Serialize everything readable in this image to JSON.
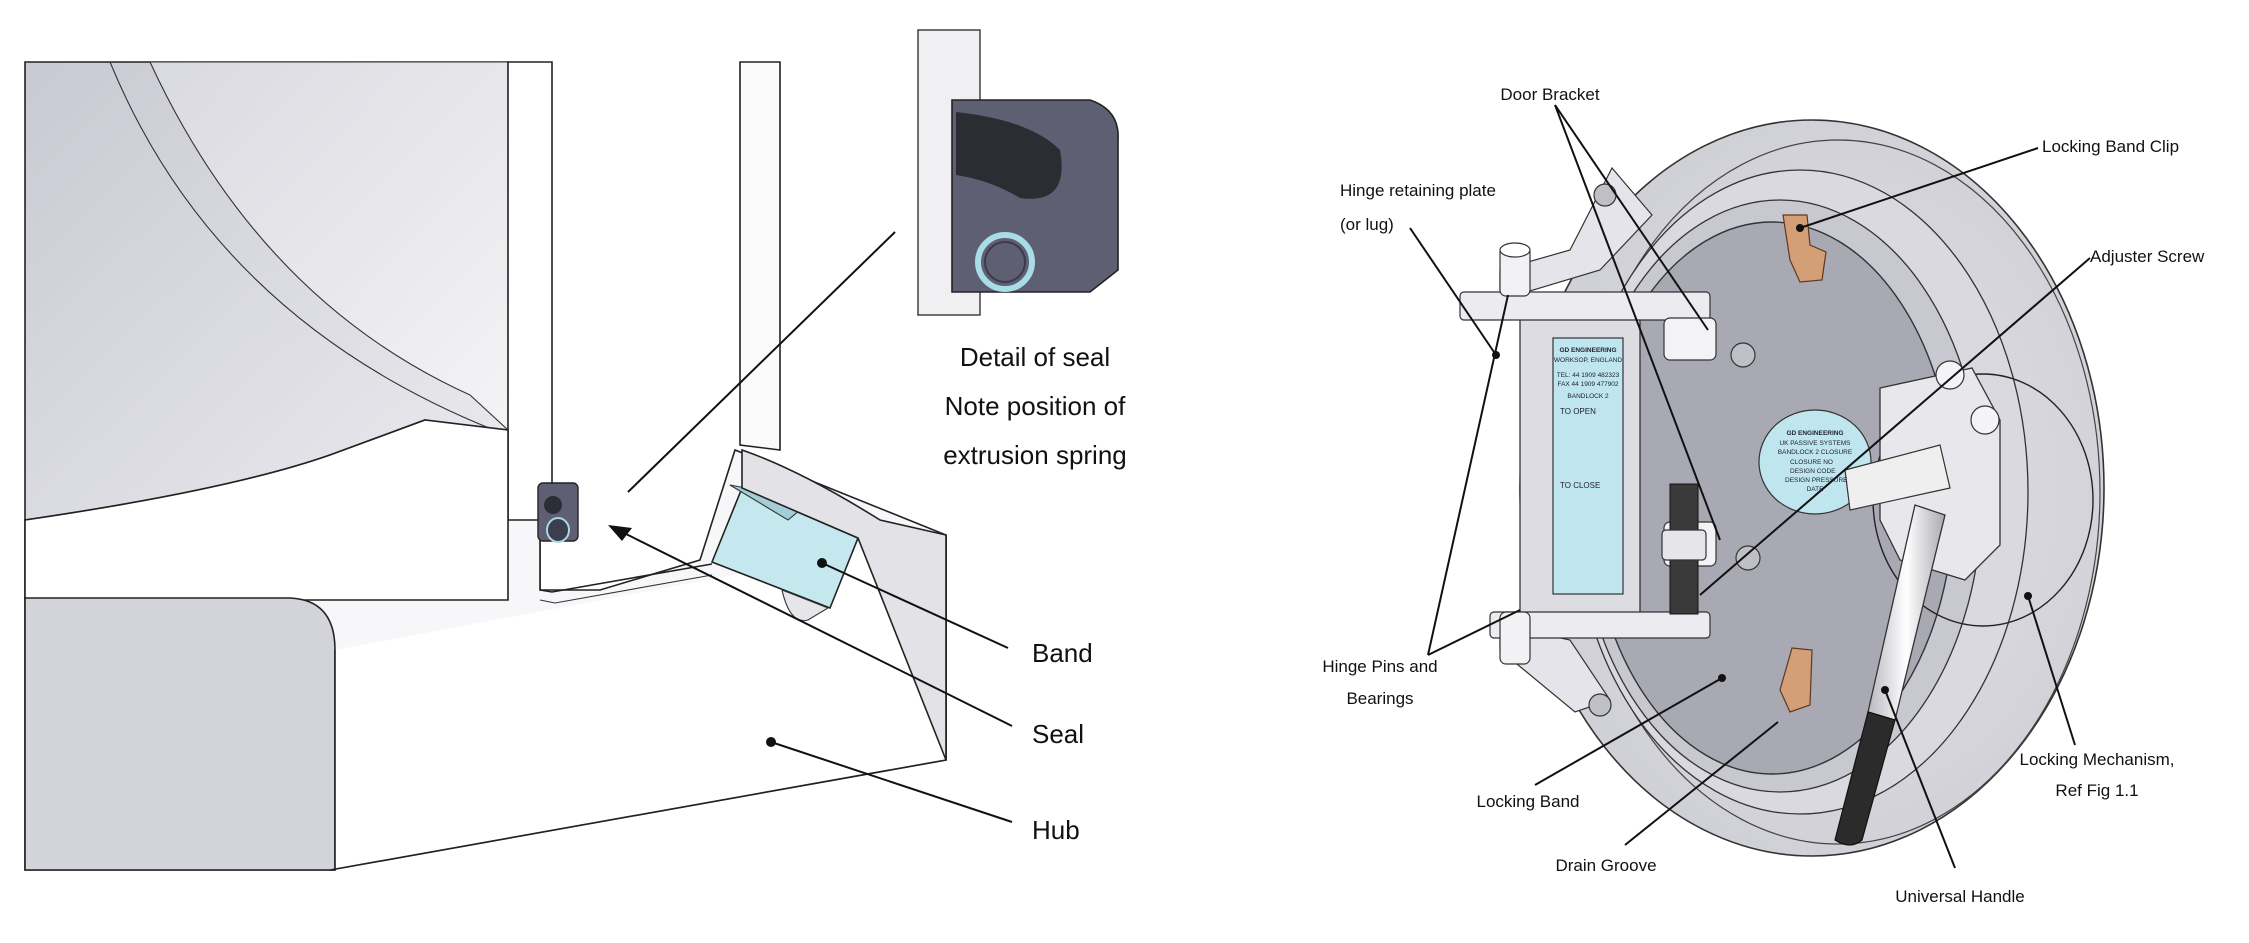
{
  "left_figure": {
    "detail_caption": [
      "Detail of seal",
      "Note position of",
      "extrusion spring"
    ],
    "labels": {
      "band": "Band",
      "seal": "Seal",
      "hub": "Hub"
    }
  },
  "right_figure": {
    "labels": {
      "door_bracket": "Door Bracket",
      "locking_band_clip": "Locking Band Clip",
      "hinge_retaining_plate": [
        "Hinge retaining plate",
        "(or lug)"
      ],
      "adjuster_screw": "Adjuster Screw",
      "hinge_pins": [
        "Hinge Pins and",
        "Bearings"
      ],
      "locking_band": "Locking Band",
      "drain_groove": "Drain Groove",
      "universal_handle": "Universal Handle",
      "locking_mechanism": [
        "Locking Mechanism,",
        "Ref Fig 1.1"
      ]
    },
    "plate_text": {
      "maker": "GD ENGINEERING",
      "town": "WORKSOP, ENGLAND",
      "tel": "TEL: 44 1909 482323",
      "fax": "FAX 44 1909 477902",
      "model": "BANDLOCK 2",
      "to_open": "TO OPEN",
      "to_close": "TO CLOSE"
    },
    "disc_text": {
      "maker": "GD ENGINEERING",
      "line2": "UK PASSIVE SYSTEMS",
      "line3": "BANDLOCK 2 CLOSURE",
      "closure_no": "CLOSURE NO",
      "design_code": "DESIGN CODE",
      "design_pressure": "DESIGN PRESSURE",
      "date": "DATE"
    }
  },
  "colors": {
    "band": "#c5e8ef",
    "seal": "#5f5f74",
    "plate": "#bfe6ee",
    "clip": "#d49e76",
    "handle": "#2b2b2b"
  }
}
